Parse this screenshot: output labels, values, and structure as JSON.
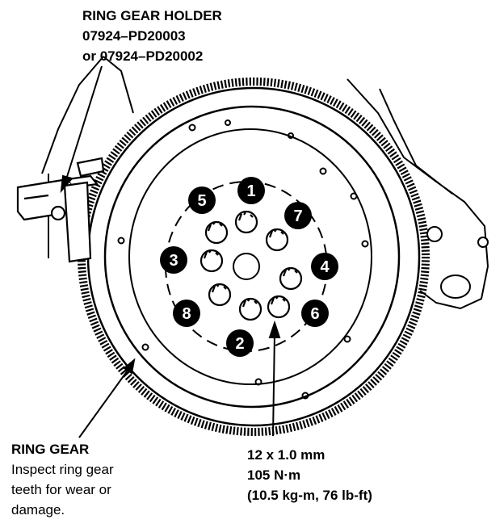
{
  "ring_gear_holder": {
    "title": "RING GEAR HOLDER",
    "part_1": "07924–PD20003",
    "part_2": "or 07924–PD20002"
  },
  "ring_gear": {
    "title": "RING GEAR",
    "note_1": "Inspect ring gear",
    "note_2": "teeth for wear or",
    "note_3": "damage."
  },
  "bolt_spec": {
    "size": "12 x 1.0 mm",
    "torque_nm": "105 N·m",
    "torque_alt": "(10.5 kg-m, 76 lb-ft)"
  },
  "tightening_sequence": [
    "1",
    "2",
    "3",
    "4",
    "5",
    "6",
    "7",
    "8"
  ],
  "colors": {
    "ink": "#000000",
    "paper": "#ffffff"
  }
}
